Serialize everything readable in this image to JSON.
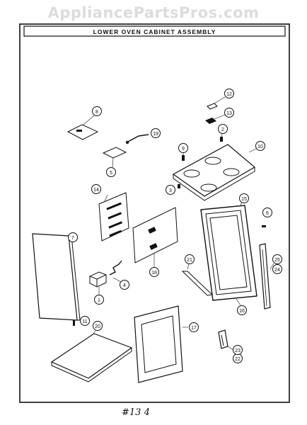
{
  "watermark": "AppliancePartsPros.com",
  "title": "LOWER OVEN CABINET ASSEMBLY",
  "figure_note": "#13 4",
  "callouts": [
    "1",
    "2",
    "3",
    "4",
    "5",
    "6",
    "7",
    "8",
    "9",
    "10",
    "11",
    "12",
    "13",
    "14",
    "15",
    "16",
    "17",
    "18",
    "19",
    "20",
    "21",
    "22",
    "23",
    "24",
    "25"
  ],
  "parts": [
    "part-1",
    "part-2",
    "part-3",
    "part-4",
    "part-5",
    "part-6",
    "part-7",
    "part-8",
    "part-9",
    "part-10",
    "part-11",
    "part-12",
    "part-13",
    "part-14",
    "part-15",
    "part-16",
    "part-17",
    "part-18",
    "part-19",
    "part-20",
    "part-21",
    "part-22",
    "part-23",
    "part-24",
    "part-25"
  ]
}
